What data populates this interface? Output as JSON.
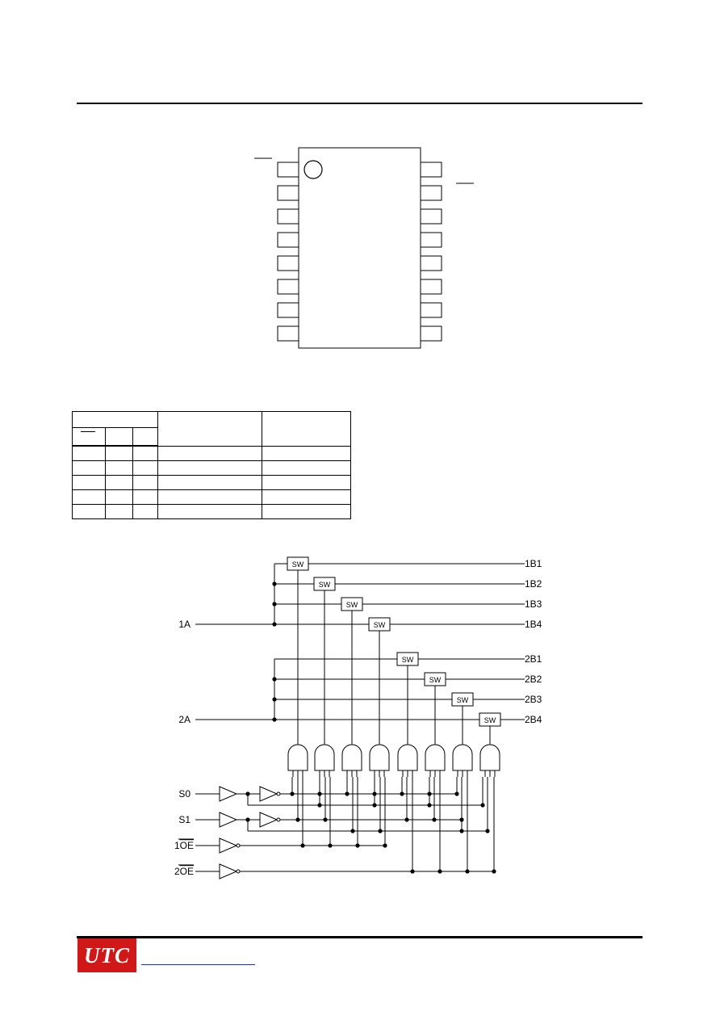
{
  "logo": {
    "text": "UTC"
  },
  "diagram": {
    "inputs": [
      "1A",
      "2A"
    ],
    "outputs": [
      "1B1",
      "1B2",
      "1B3",
      "1B4",
      "2B1",
      "2B2",
      "2B3",
      "2B4"
    ],
    "switch_label": "SW",
    "controls": [
      "S0",
      "S1"
    ],
    "enables": [
      {
        "prefix": "1",
        "bar": "OE"
      },
      {
        "prefix": "2",
        "bar": "OE"
      }
    ]
  }
}
